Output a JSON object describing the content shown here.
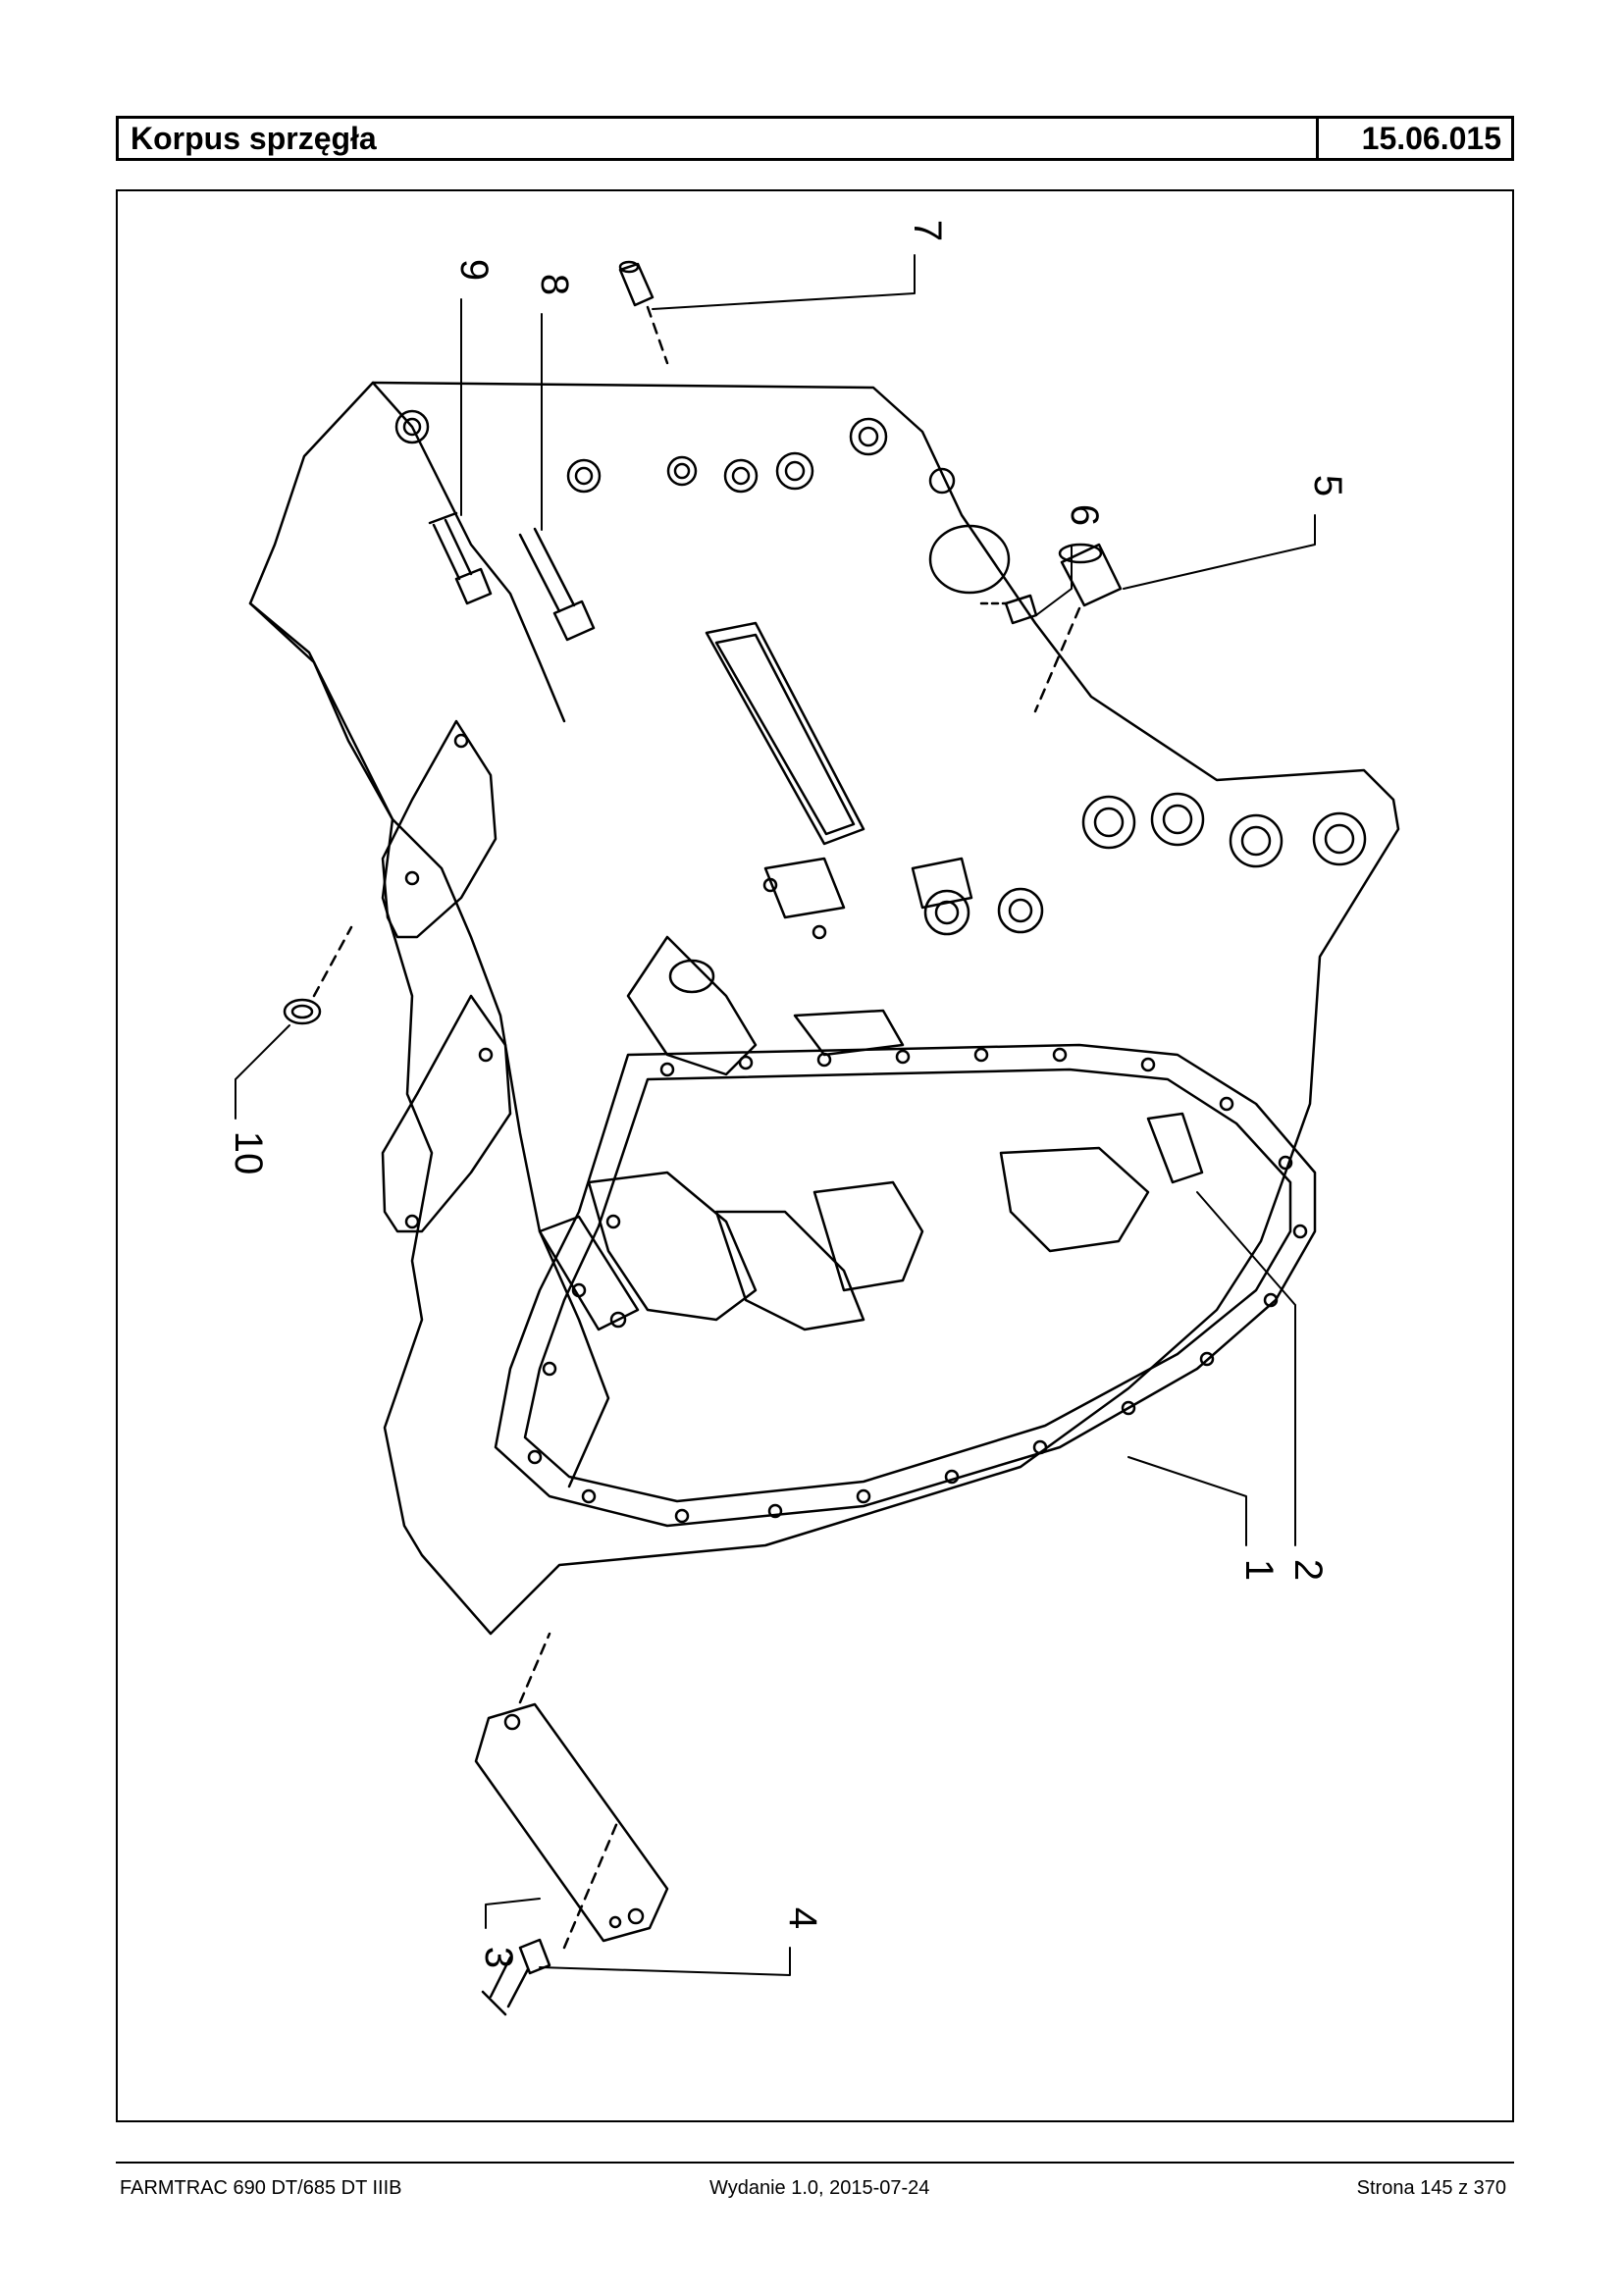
{
  "header": {
    "title": "Korpus sprzęgła",
    "code": "15.06.015"
  },
  "callouts": [
    "1",
    "2",
    "3",
    "4",
    "5",
    "6",
    "7",
    "8",
    "9",
    "10"
  ],
  "footer": {
    "model": "FARMTRAC 690 DT/685 DT IIIB",
    "edition": "Wydanie 1.0,  2015-07-24",
    "page": "Strona 145 z 370"
  }
}
